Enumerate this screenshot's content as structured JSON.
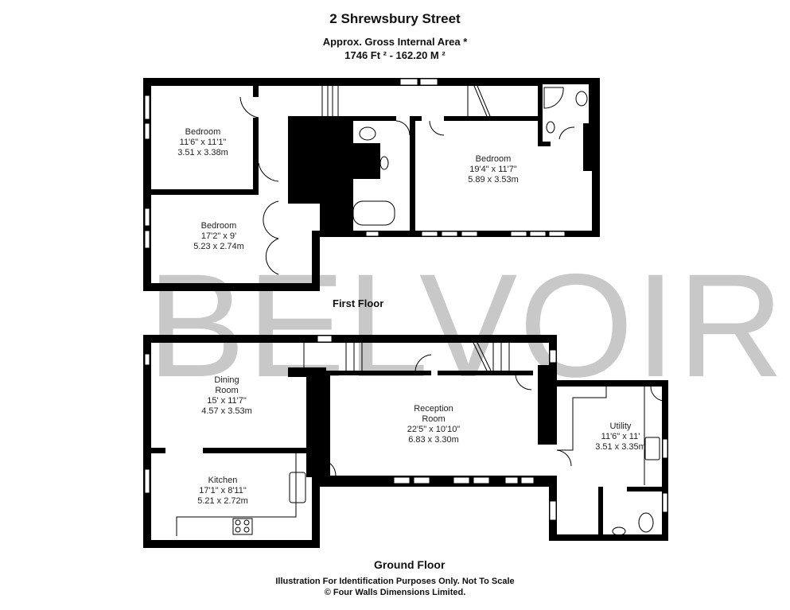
{
  "header": {
    "title": "2 Shrewsbury Street",
    "area_label": "Approx. Gross Internal Area *",
    "area_value": "1746  Ft ²  -  162.20 M ²"
  },
  "watermark": "BELVOIR",
  "floors": {
    "first": {
      "label": "First Floor",
      "rooms": [
        {
          "name": "Bedroom",
          "imperial": "11'6\" x 11'1\"",
          "metric": "3.51 x 3.38m"
        },
        {
          "name": "Bedroom",
          "imperial": "17'2\" x 9'",
          "metric": "5.23 x 2.74m"
        },
        {
          "name": "Bedroom",
          "imperial": "19'4\" x 11'7\"",
          "metric": "5.89 x 3.53m"
        }
      ]
    },
    "ground": {
      "label": "Ground Floor",
      "rooms": [
        {
          "name": "Dining",
          "name2": "Room",
          "imperial": "15' x 11'7\"",
          "metric": "4.57 x 3.53m"
        },
        {
          "name": "Kitchen",
          "imperial": "17'1\" x 8'11\"",
          "metric": "5.21 x 2.72m"
        },
        {
          "name": "Reception",
          "name2": "Room",
          "imperial": "22'5\" x 10'10\"",
          "metric": "6.83 x 3.30m"
        },
        {
          "name": "Utility",
          "imperial": "11'6\" x 11'",
          "metric": "3.51 x 3.35m"
        }
      ]
    }
  },
  "footer": {
    "disclaimer": "Illustration For Identification Purposes Only. Not To Scale",
    "copyright": "© Four Walls Dimensions Limited."
  }
}
